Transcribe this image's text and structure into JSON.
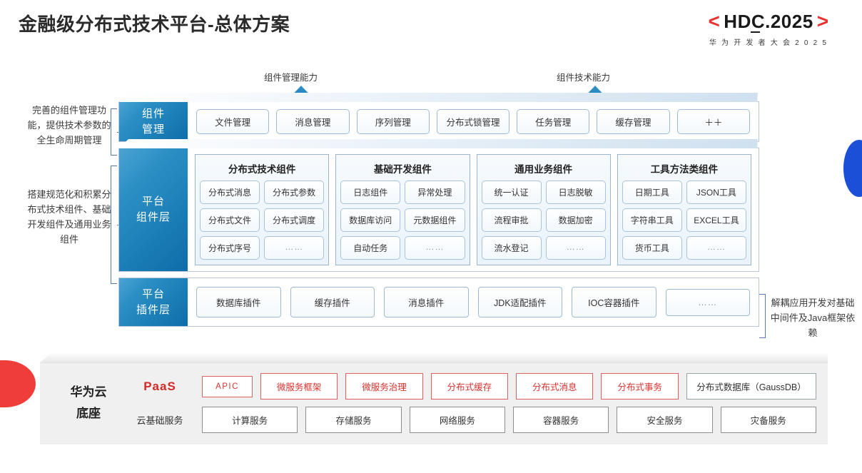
{
  "header": {
    "title": "金融级分布式技术平台-总体方案",
    "logo_bracket_left": "<",
    "logo_bracket_right": ">",
    "logo_main": "HDC.2025",
    "logo_sub": "华 为 开 发 者 大 会 2 0 2 5",
    "accent_red": "#e8322e"
  },
  "callouts": {
    "arrow_left_label": "组件管理能力",
    "arrow_right_label": "组件技术能力"
  },
  "annotations": {
    "left_top": "完善的组件管理功能，提供技术参数的全生命周期管理",
    "left_bottom": "搭建规范化和积累分布式技术组件、基础开发组件及通用业务组件",
    "right": "解耦应用开发对基础中间件及Java框架依赖"
  },
  "layers": [
    {
      "tag": "组件\n管理",
      "tag_line1": "组件",
      "tag_line2": "管理",
      "items": [
        "文件管理",
        "消息管理",
        "序列管理",
        "分布式锁管理",
        "任务管理",
        "缓存管理",
        "＋＋"
      ]
    },
    {
      "tag_line1": "平台",
      "tag_line2": "组件层",
      "groups": [
        {
          "title": "分布式技术组件",
          "cells": [
            "分布式消息",
            "分布式参数",
            "分布式文件",
            "分布式调度",
            "分布式序号",
            "……"
          ]
        },
        {
          "title": "基础开发组件",
          "cells": [
            "日志组件",
            "异常处理",
            "数据库访问",
            "元数据组件",
            "自动任务",
            "……"
          ]
        },
        {
          "title": "通用业务组件",
          "cells": [
            "统一认证",
            "日志脱敏",
            "流程审批",
            "数据加密",
            "流水登记",
            "……"
          ]
        },
        {
          "title": "工具方法类组件",
          "cells": [
            "日期工具",
            "JSON工具",
            "字符串工具",
            "EXCEL工具",
            "货币工具",
            "……"
          ]
        }
      ]
    },
    {
      "tag_line1": "平台",
      "tag_line2": "插件层",
      "items": [
        "数据库插件",
        "缓存插件",
        "消息插件",
        "JDK适配插件",
        "IOC容器插件",
        "……"
      ]
    }
  ],
  "base": {
    "title_line1": "华为云",
    "title_line2": "底座",
    "paas_label": "PaaS",
    "cloud_label": "云基础服务",
    "paas_items": [
      {
        "text": "APIC",
        "style": "red"
      },
      {
        "text": "微服务框架",
        "style": "red"
      },
      {
        "text": "微服务治理",
        "style": "red"
      },
      {
        "text": "分布式缓存",
        "style": "red"
      },
      {
        "text": "分布式消息",
        "style": "red"
      },
      {
        "text": "分布式事务",
        "style": "red"
      },
      {
        "text": "分布式数据库（GaussDB）",
        "style": "gray-strong"
      }
    ],
    "cloud_items": [
      "计算服务",
      "存储服务",
      "网络服务",
      "容器服务",
      "安全服务",
      "灾备服务"
    ]
  },
  "colors": {
    "layer_blue_light": "#4ba3d3",
    "layer_blue_dark": "#0d6da9",
    "red": "#d8332f",
    "blob_blue": "#1c4fd8",
    "wedge_red": "#ef3e3a"
  }
}
